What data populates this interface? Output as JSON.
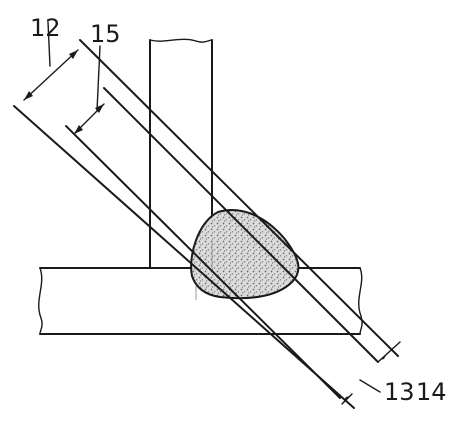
{
  "diagram": {
    "labels": {
      "dim_12": "12",
      "dim_15": "15",
      "dim_13": "13",
      "dim_14": "14"
    },
    "colors": {
      "line": "#1a1a1a",
      "weld_fill": "#d6d6d6",
      "weld_speckle": "#7a7a7a",
      "background": "#ffffff"
    }
  }
}
